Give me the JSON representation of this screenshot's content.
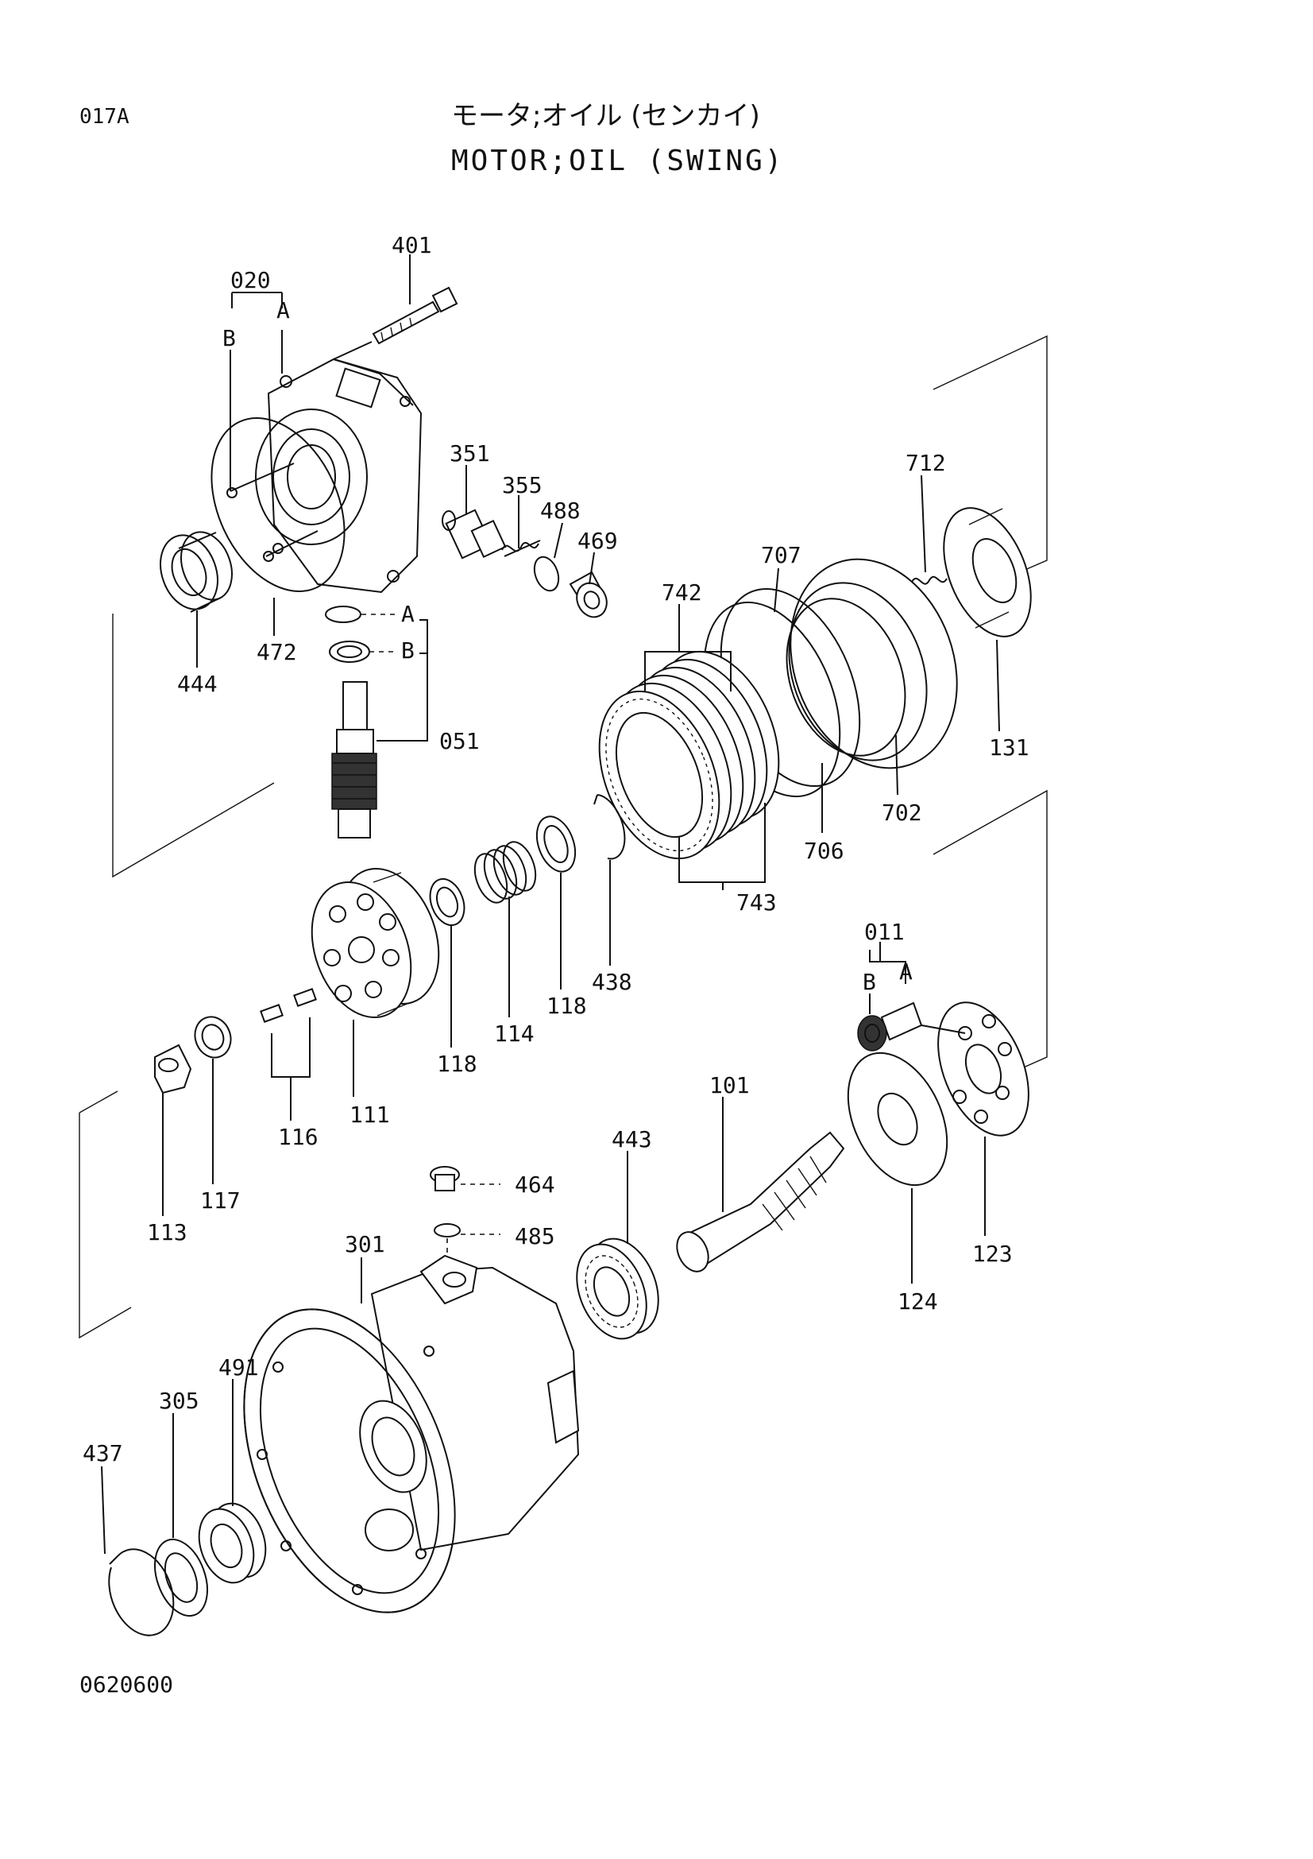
{
  "header": {
    "page_code": "017A",
    "title_jp": "モータ;オイル (センカイ)",
    "title_en": "MOTOR;OIL (SWING)"
  },
  "footer": {
    "drawing_number": "0620600"
  },
  "parts": [
    {
      "id": "p401",
      "label": "401"
    },
    {
      "id": "p020",
      "label": "020"
    },
    {
      "id": "p020A",
      "label": "A"
    },
    {
      "id": "p020B",
      "label": "B"
    },
    {
      "id": "p351",
      "label": "351"
    },
    {
      "id": "p355",
      "label": "355"
    },
    {
      "id": "p488",
      "label": "488"
    },
    {
      "id": "p469",
      "label": "469"
    },
    {
      "id": "p712",
      "label": "712"
    },
    {
      "id": "p707",
      "label": "707"
    },
    {
      "id": "p742",
      "label": "742"
    },
    {
      "id": "p444",
      "label": "444"
    },
    {
      "id": "p472",
      "label": "472"
    },
    {
      "id": "pA1",
      "label": "A"
    },
    {
      "id": "pB1",
      "label": "B"
    },
    {
      "id": "p051",
      "label": "051"
    },
    {
      "id": "p131",
      "label": "131"
    },
    {
      "id": "p702",
      "label": "702"
    },
    {
      "id": "p706",
      "label": "706"
    },
    {
      "id": "p743",
      "label": "743"
    },
    {
      "id": "p438",
      "label": "438"
    },
    {
      "id": "p118a",
      "label": "118"
    },
    {
      "id": "p114",
      "label": "114"
    },
    {
      "id": "p118b",
      "label": "118"
    },
    {
      "id": "p111",
      "label": "111"
    },
    {
      "id": "p116",
      "label": "116"
    },
    {
      "id": "p113",
      "label": "113"
    },
    {
      "id": "p117",
      "label": "117"
    },
    {
      "id": "p011",
      "label": "011"
    },
    {
      "id": "p011A",
      "label": "A"
    },
    {
      "id": "p011B",
      "label": "B"
    },
    {
      "id": "p101",
      "label": "101"
    },
    {
      "id": "p443",
      "label": "443"
    },
    {
      "id": "p464",
      "label": "464"
    },
    {
      "id": "p485",
      "label": "485"
    },
    {
      "id": "p301",
      "label": "301"
    },
    {
      "id": "p123",
      "label": "123"
    },
    {
      "id": "p124",
      "label": "124"
    },
    {
      "id": "p491",
      "label": "491"
    },
    {
      "id": "p305",
      "label": "305"
    },
    {
      "id": "p437",
      "label": "437"
    }
  ]
}
